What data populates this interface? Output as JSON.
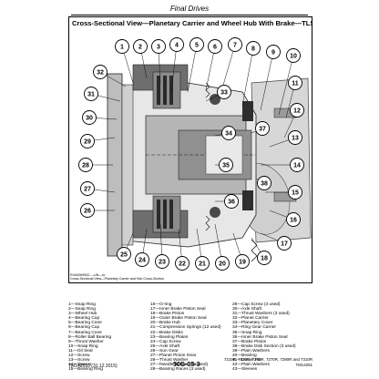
{
  "header": {
    "title": "Final Drives"
  },
  "figure": {
    "title": "Cross-Sectional View—Planetary Carrier and Wheel Hub With Brake—TLS™",
    "figure_id_line1": "RXA0069520 —UN—xx",
    "figure_id_line2": "Cross-Sectional View—Planetary Carrier and Hub Cross-Section",
    "callouts": [
      "1",
      "2",
      "3",
      "4",
      "5",
      "6",
      "7",
      "8",
      "9",
      "10",
      "11",
      "12",
      "13",
      "14",
      "15",
      "16",
      "17",
      "18",
      "19",
      "20",
      "21",
      "22",
      "23",
      "24",
      "25",
      "26",
      "27",
      "28",
      "29",
      "30",
      "31",
      "32",
      "33",
      "34",
      "35",
      "36",
      "37",
      "38"
    ]
  },
  "legend": {
    "col1": [
      "1—Snap Ring",
      "2—Snap Ring",
      "3—Wheel Hub",
      "4—Bearing Cup",
      "5—Bearing Cone",
      "6—Bearing Cup",
      "7—Bearing Cone",
      "8—Roller Ball Bearing",
      "9—Thrust Washer",
      "10—Snap Ring",
      "11—Oil Seal",
      "12—Screw",
      "13—Screw",
      "14—Spacer",
      "15—Bearing Ring"
    ],
    "col2": [
      "16—O-ring",
      "17—Inner Brake Piston Seal",
      "18—Brake Piston",
      "19—Outer Brake Piston Seal",
      "20—Brake Hub",
      "21—Compression Springs (12 used)",
      "22—Brake Disks",
      "23—Bearing Plates",
      "24—Cap Screw",
      "25—Axle Shaft",
      "26—Sun Gear",
      "27—Planet Pinion Gear",
      "28—Thrust Washer",
      "27—Needle Rollers (22 used)",
      "28—Bearing Races (3 used)"
    ],
    "col3": [
      "29—Cap Screw (3 used)",
      "30—Axle Shaft",
      "31—Thrust Washers (3 used)",
      "32—Planet Carrier",
      "33—Planetary Cover",
      "34—Ring Gear Carrier",
      "35—Snap Ring",
      "36—Inner Brake Piston Seal",
      "37—Brake Piston",
      "38—Brake Disk Section (3 used)",
      "39—Plain Washers",
      "40—Bearing",
      "41—Dowel Pin",
      "42—Plain Washers",
      "43—Sleeves"
    ]
  },
  "footer": {
    "left": "TM142510 (31 12 2015)",
    "page": "50G-05-3",
    "models": "7210R, 7230R, 7250R, 7270R, 7290R and 7310R",
    "id": "TM14251"
  }
}
